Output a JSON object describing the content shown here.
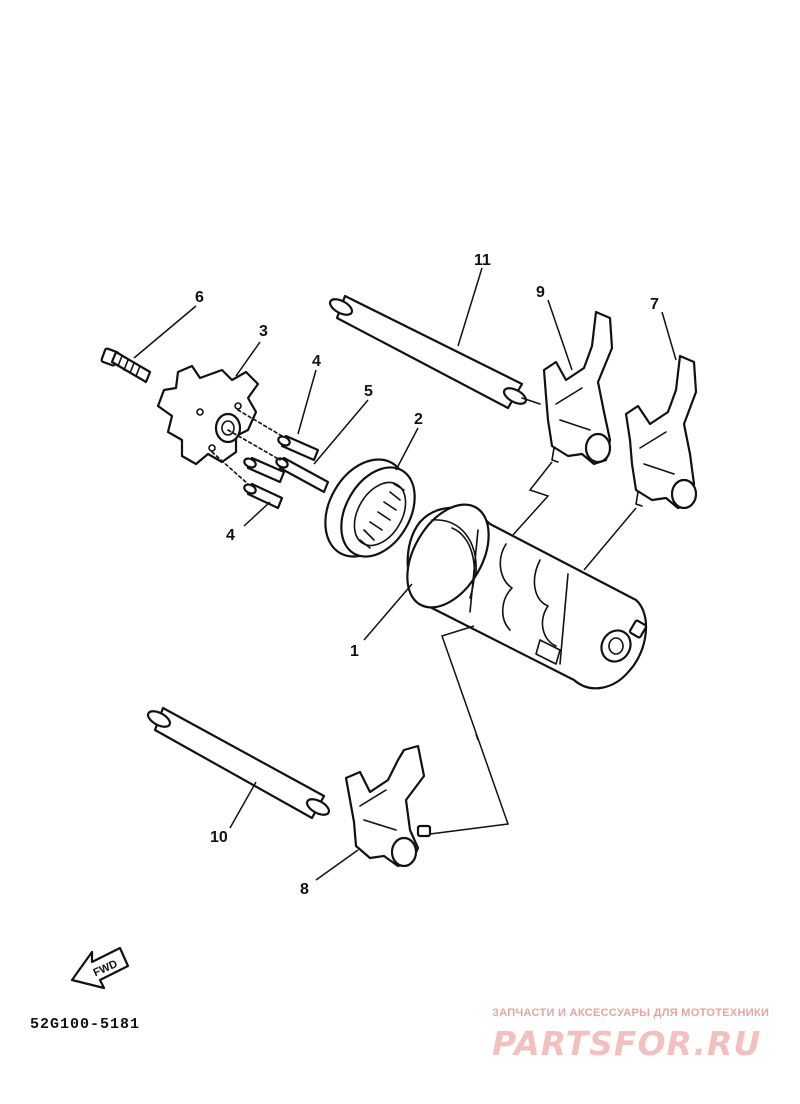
{
  "diagram": {
    "callouts": [
      {
        "id": "1",
        "text": "1"
      },
      {
        "id": "2",
        "text": "2"
      },
      {
        "id": "3",
        "text": "3"
      },
      {
        "id": "4a",
        "text": "4"
      },
      {
        "id": "4b",
        "text": "4"
      },
      {
        "id": "5",
        "text": "5"
      },
      {
        "id": "6",
        "text": "6"
      },
      {
        "id": "7",
        "text": "7"
      },
      {
        "id": "8",
        "text": "8"
      },
      {
        "id": "9",
        "text": "9"
      },
      {
        "id": "10",
        "text": "10"
      },
      {
        "id": "11",
        "text": "11"
      }
    ],
    "fwd_label": "FWD",
    "reference_code": "52G100-5181"
  },
  "watermark": {
    "caption": "ЗАПЧАСТИ И АКСЕССУАРЫ ДЛЯ МОТОТЕХНИКИ",
    "logo_text": "PARTSFOR.RU",
    "color": "#f3c0c0"
  },
  "colors": {
    "line": "#111111",
    "background": "#ffffff"
  }
}
